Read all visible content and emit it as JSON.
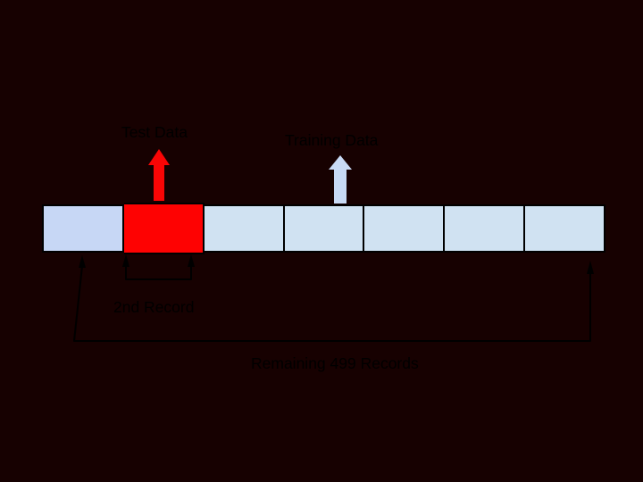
{
  "diagram": {
    "title": "leave-one-out cross-validation record split",
    "background": "#170101",
    "labels": {
      "test_data": "Test Data",
      "training_data": "Training Data",
      "second_record": "2nd Record",
      "remaining_records": "Remaining 499 Records"
    },
    "colors": {
      "test_box": "#fe0202",
      "test_arrow": "#fa0505",
      "first_box": "#c7d7f5",
      "training_box": "#d0e2f2",
      "training_arrow": "#c8daf5",
      "box_border": "#000000",
      "line_color": "#000000",
      "label_text": "#000000"
    },
    "segments": [
      {
        "role": "training",
        "variant": "first"
      },
      {
        "role": "test"
      },
      {
        "role": "training"
      },
      {
        "role": "training"
      },
      {
        "role": "training"
      },
      {
        "role": "training"
      },
      {
        "role": "training"
      }
    ]
  }
}
